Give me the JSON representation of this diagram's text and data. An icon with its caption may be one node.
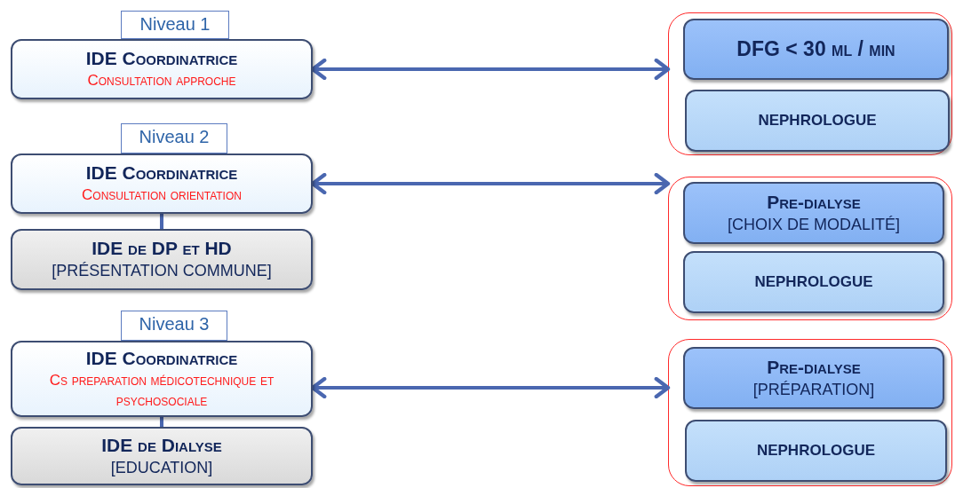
{
  "diagram": {
    "nodes": [
      {
        "text": [
          "Niveau 1"
        ]
      },
      {
        "text": [
          "IDE Coordinatrice",
          "Consultation approche"
        ]
      },
      {
        "text": [
          "Niveau 2"
        ]
      },
      {
        "text": [
          "IDE Coordinatrice",
          "Consultation orientation"
        ]
      },
      {
        "text": [
          "IDE de DP et HD",
          "[PRÉSENTATION COMMUNE]"
        ]
      },
      {
        "text": [
          "Niveau 3"
        ]
      },
      {
        "text": [
          "IDE Coordinatrice",
          "Cs preparation médicotechnique et psychosociale"
        ]
      },
      {
        "text": [
          "IDE de Dialyse",
          "[EDUCATION]"
        ]
      },
      {
        "text": [],
        "shape": "box"
      },
      {
        "text": [
          "DFG < 30 ml / min"
        ],
        "in": 8
      },
      {
        "text": [
          "NEPHROLOGUE"
        ],
        "in": 8
      },
      {
        "text": [],
        "shape": "box"
      },
      {
        "text": [
          "Pre-dialyse",
          "[CHOIX DE MODALITÉ]"
        ],
        "in": 11
      },
      {
        "text": [
          "NEPHROLOGUE"
        ],
        "in": 11
      },
      {
        "text": [],
        "shape": "box"
      },
      {
        "text": [
          "Pre-dialyse",
          "[PRÉPARATION]"
        ],
        "in": 14
      },
      {
        "text": [
          "NEPHROLOGUE"
        ],
        "in": 14
      }
    ],
    "edges": [
      {
        "from": 1,
        "to": 8,
        "arrow": "both"
      },
      {
        "from": 3,
        "to": 4,
        "arrow": "none"
      },
      {
        "from": 3,
        "to": 11,
        "arrow": "both"
      },
      {
        "from": 6,
        "to": 7,
        "arrow": "none"
      },
      {
        "from": 6,
        "to": 14,
        "arrow": "both"
      }
    ]
  }
}
